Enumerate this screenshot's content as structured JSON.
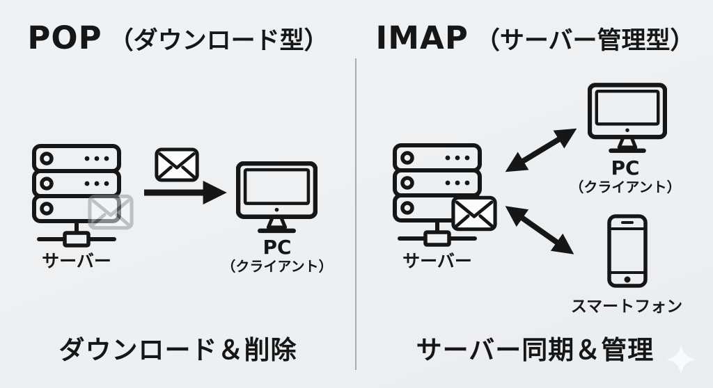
{
  "colors": {
    "background": "#eef1f3",
    "ink": "#161616",
    "divider": "#a7acb1",
    "ghost_envelope": "#a2a7ac",
    "sparkle": "#fbfdfe"
  },
  "left": {
    "title_main": "POP",
    "title_sub": "（ダウンロード型）",
    "server_label": "サーバー",
    "pc_label": "PC",
    "pc_sublabel": "（クライアント）",
    "caption": "ダウンロード＆削除"
  },
  "right": {
    "title_main": "IMAP",
    "title_sub": "（サーバー管理型）",
    "server_label": "サーバー",
    "pc_label": "PC",
    "pc_sublabel": "（クライアント）",
    "phone_label": "スマートフォン",
    "caption": "サーバー同期＆管理"
  },
  "icons": {
    "server": "server-rack-icon",
    "envelope": "envelope-icon",
    "ghost_envelope": "faded-envelope-icon",
    "pc": "desktop-monitor-icon",
    "phone": "smartphone-icon",
    "arrow_right": "arrow-right-icon",
    "double_arrow": "double-headed-arrow-icon",
    "sparkle": "four-point-star-icon"
  }
}
